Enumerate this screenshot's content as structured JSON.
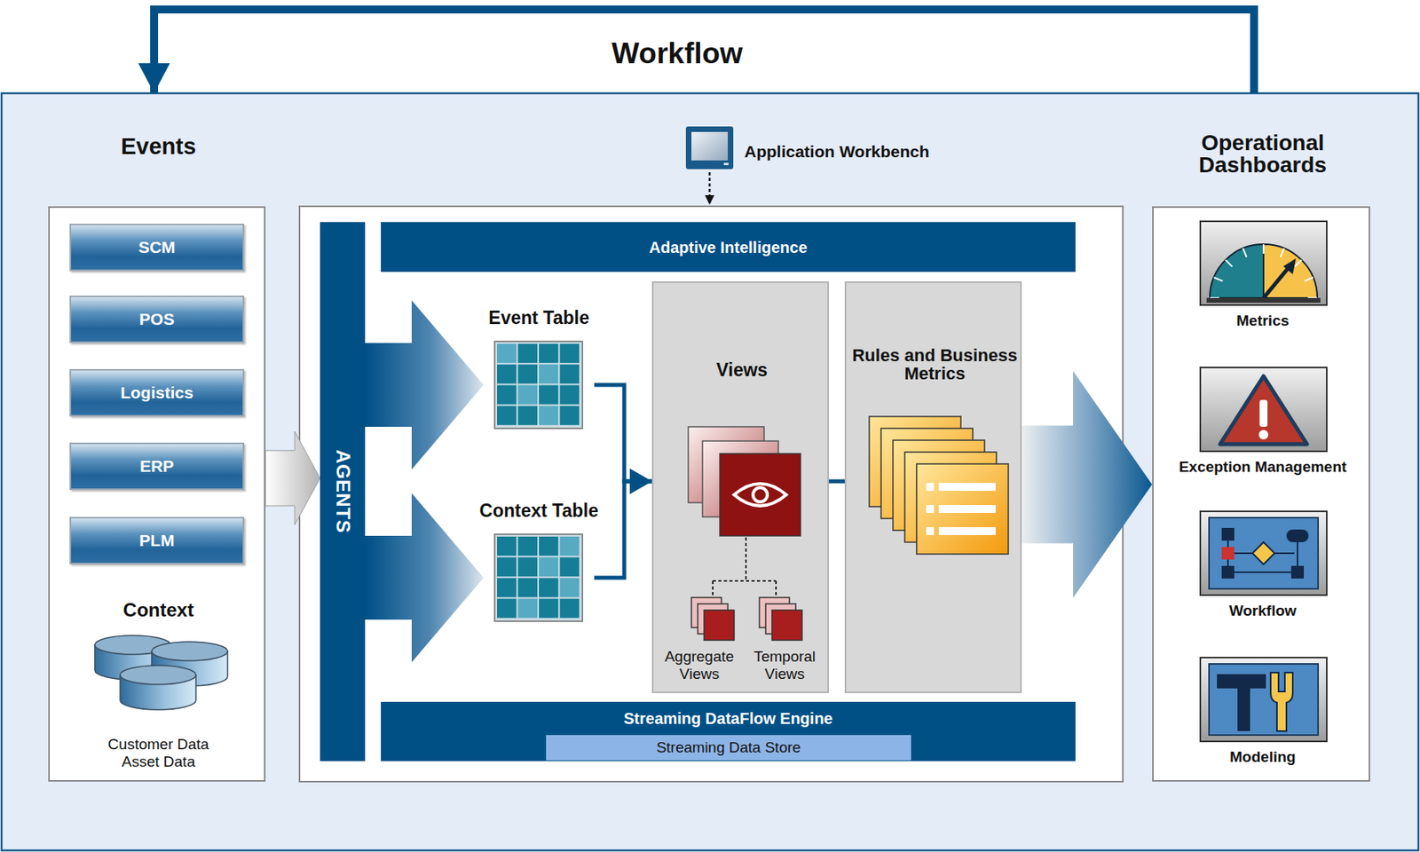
{
  "diagram": {
    "title": "Workflow",
    "nodes": [
      {
        "text": [
          "Events"
        ]
      },
      {
        "text": [
          "SCM"
        ],
        "in": 0
      },
      {
        "text": [
          "POS"
        ],
        "in": 0
      },
      {
        "text": [
          "Logistics"
        ],
        "in": 0
      },
      {
        "text": [
          "ERP"
        ],
        "in": 0
      },
      {
        "text": [
          "PLM"
        ],
        "in": 0
      },
      {
        "text": [
          "Context",
          "Customer Data Asset Data"
        ],
        "in": 0
      },
      {
        "text": [
          "Application Workbench"
        ]
      },
      {
        "text": [
          "AGENTS"
        ]
      },
      {
        "text": [
          "Adaptive Intelligence"
        ]
      },
      {
        "text": [
          "Event Table"
        ]
      },
      {
        "text": [
          "Context Table"
        ]
      },
      {
        "text": [
          "Views"
        ]
      },
      {
        "text": [
          "Aggregate Views"
        ],
        "in": 12
      },
      {
        "text": [
          "Temporal Views"
        ],
        "in": 12
      },
      {
        "text": [
          "Rules and Business Metrics"
        ]
      },
      {
        "text": [
          "Streaming DataFlow Engine"
        ]
      },
      {
        "text": [
          "Streaming Data Store"
        ],
        "in": 16
      },
      {
        "text": [
          "Operational Dashboards"
        ]
      },
      {
        "text": [
          "Metrics"
        ],
        "in": 18
      },
      {
        "text": [
          "Exception Management"
        ],
        "in": 18
      },
      {
        "text": [
          "Workflow"
        ],
        "in": 18
      },
      {
        "text": [
          "Modeling"
        ],
        "in": 18
      }
    ],
    "edges": [
      {
        "from": 0,
        "to": 8,
        "arrow": "to"
      },
      {
        "from": 8,
        "to": 10,
        "arrow": "to"
      },
      {
        "from": 8,
        "to": 11,
        "arrow": "to"
      },
      {
        "from": 10,
        "to": 12,
        "arrow": "to"
      },
      {
        "from": 11,
        "to": 12,
        "arrow": "to"
      },
      {
        "from": 12,
        "to": 15,
        "arrow": "to"
      },
      {
        "from": 15,
        "to": 18,
        "arrow": "to"
      },
      {
        "from": 18,
        "to": 0,
        "arrow": "to"
      },
      {
        "from": 7,
        "to": 9,
        "arrow": "to"
      }
    ]
  }
}
